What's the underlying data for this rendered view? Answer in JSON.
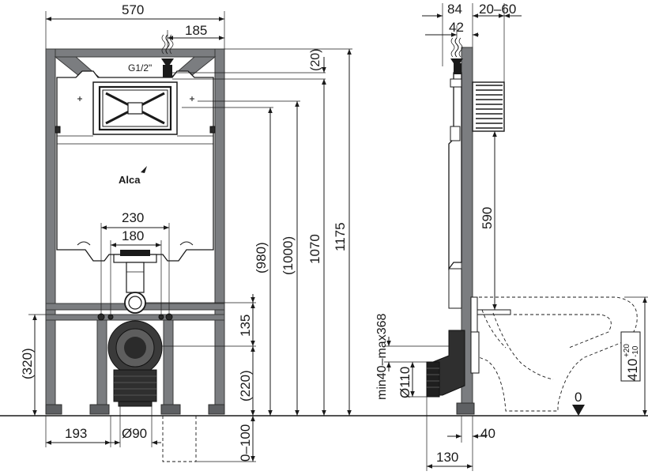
{
  "front_view": {
    "width_total": "570",
    "inlet_offset": "185",
    "thread": "G1/2\"",
    "brand": "Alca",
    "drain_outer": "230",
    "drain_inner": "180",
    "h_top": "(20)",
    "h_980": "(980)",
    "h_1000": "(1000)",
    "h_1070": "1070",
    "h_1175": "1175",
    "h_135": "135",
    "h_220": "(220)",
    "h_320": "(320)",
    "bottom_193": "193",
    "pipe_diam": "Ø90",
    "floor_adj": "0–100"
  },
  "side_view": {
    "depth_84": "84",
    "depth_adj": "20–60",
    "depth_42": "42",
    "h_590": "590",
    "h_range": "min40–max368",
    "pipe_110": "Ø110",
    "bottom_40": "40",
    "bottom_130": "130",
    "zero": "0",
    "bowl_base": "410",
    "bowl_tol_plus": "+20",
    "bowl_tol_minus": "-10"
  }
}
